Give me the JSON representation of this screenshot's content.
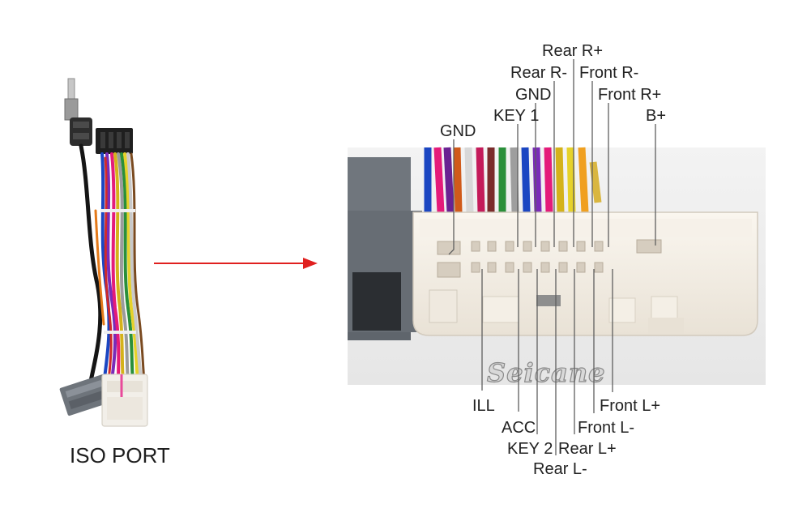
{
  "diagram": {
    "iso_caption": "ISO PORT",
    "brand": "Seicane",
    "pin_labels_top": [
      {
        "id": "gnd-left",
        "text": "GND"
      },
      {
        "id": "key1",
        "text": "KEY 1"
      },
      {
        "id": "gnd",
        "text": "GND"
      },
      {
        "id": "rear-r-minus",
        "text": "Rear R-"
      },
      {
        "id": "rear-r-plus",
        "text": "Rear R+"
      },
      {
        "id": "front-r-minus",
        "text": "Front R-"
      },
      {
        "id": "front-r-plus",
        "text": "Front R+"
      },
      {
        "id": "b-plus",
        "text": "B+"
      }
    ],
    "pin_labels_bottom": [
      {
        "id": "ill",
        "text": "ILL"
      },
      {
        "id": "acc",
        "text": "ACC"
      },
      {
        "id": "key2",
        "text": "KEY 2"
      },
      {
        "id": "rear-l-minus",
        "text": "Rear L-"
      },
      {
        "id": "rear-l-plus",
        "text": "Rear L+"
      },
      {
        "id": "front-l-minus",
        "text": "Front L-"
      },
      {
        "id": "front-l-plus",
        "text": "Front L+"
      }
    ],
    "colors": {
      "arrow": "#e0201f",
      "leader": "#5f5f5f",
      "connector_body": "#f1ece4",
      "gray_housing": "#6e747b"
    }
  }
}
